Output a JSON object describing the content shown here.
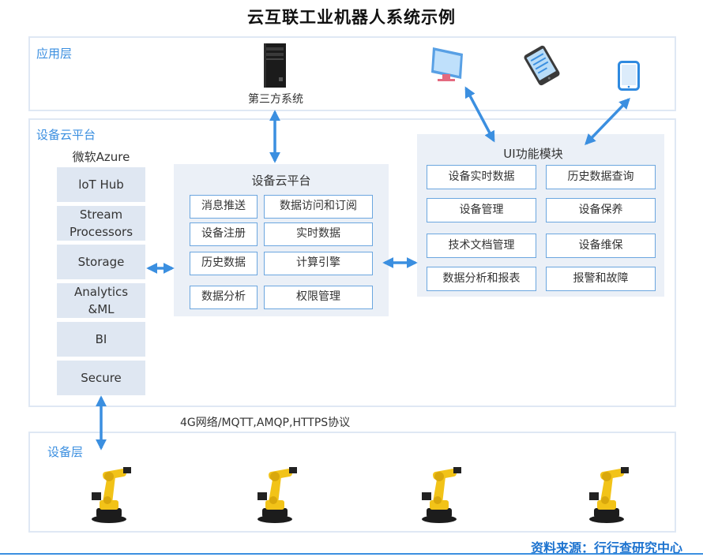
{
  "title": "云互联工业机器人系统示例",
  "app_layer": {
    "label": "应用层",
    "third_party": "第三方系统"
  },
  "platform_layer": {
    "label": "设备云平台",
    "azure": {
      "title": "微软Azure",
      "items": [
        "loT Hub",
        "Stream\nProcessors",
        "Storage",
        "Analytics\n&ML",
        "BI",
        "Secure"
      ]
    },
    "center": {
      "title": "设备云平台",
      "items": [
        "消息推送",
        "数据访问和订阅",
        "设备注册",
        "实时数据",
        "历史数据",
        "计算引擎",
        "数据分析",
        "权限管理"
      ]
    },
    "ui": {
      "title": "UI功能模块",
      "items": [
        "设备实时数据",
        "历史数据查询",
        "设备管理",
        "设备保养",
        "技术文档管理",
        "设备维保",
        "数据分析和报表",
        "报警和故障"
      ]
    }
  },
  "protocol": "4G网络/MQTT,AMQP,HTTPS协议",
  "device_layer": {
    "label": "设备层"
  },
  "source": "资料来源：行行查研究中心",
  "colors": {
    "accent": "#3b8fe0",
    "box_fill": "#dfe7f2",
    "panel_border": "#dfe8f4",
    "robot": "#f2c318"
  }
}
